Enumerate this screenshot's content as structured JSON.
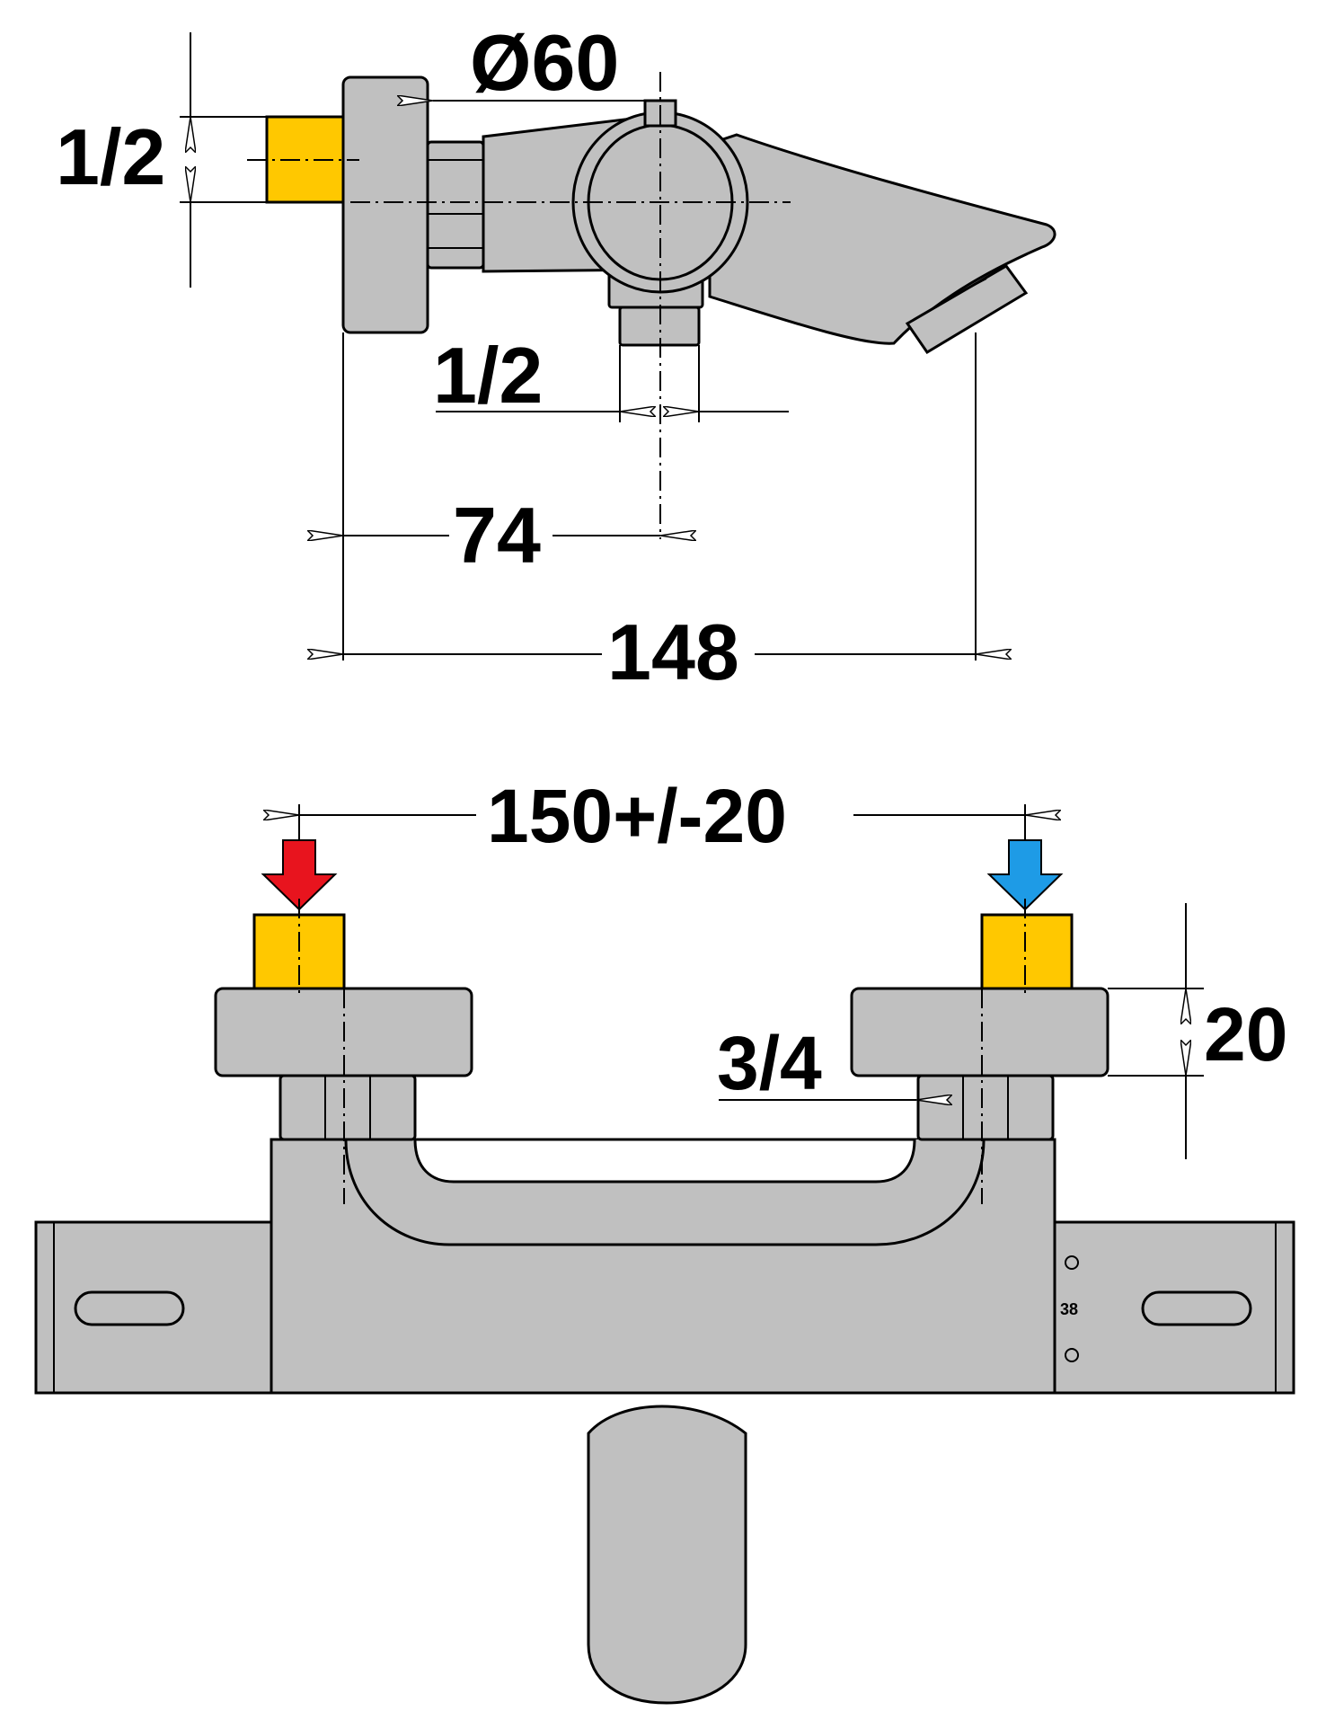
{
  "side_view": {
    "dim_inlet_thread": "1/2",
    "dim_diameter": "Ø60",
    "dim_outlet_thread": "1/2",
    "dim_center_distance": "74",
    "dim_total_depth": "148"
  },
  "front_view": {
    "dim_inlet_spacing": "150+/-20",
    "dim_connection_thread": "3/4",
    "dim_eccentric_height": "20",
    "body_marking": "38"
  },
  "colors": {
    "body": "#c0c0c0",
    "thread": "#ffc800",
    "hot_arrow": "#e8141e",
    "cold_arrow": "#1e9be6"
  }
}
